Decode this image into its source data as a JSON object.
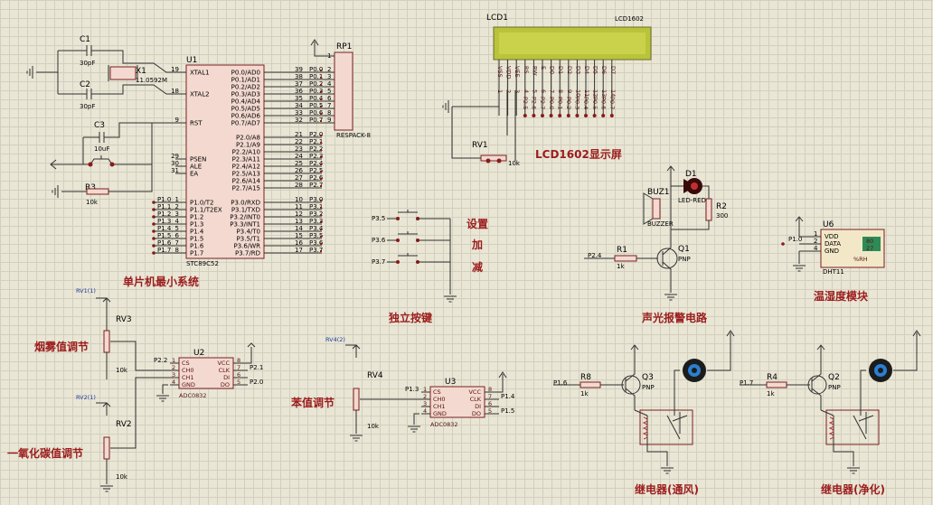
{
  "u1": {
    "ref": "U1",
    "part": "STC89C52",
    "left_pins": [
      {
        "num": "19",
        "name": "XTAL1"
      },
      {
        "num": "18",
        "name": "XTAL2"
      },
      {
        "num": "9",
        "name": "RST"
      },
      {
        "num": "29",
        "name": "PSEN"
      },
      {
        "num": "30",
        "name": "ALE"
      },
      {
        "num": "31",
        "name": "EA"
      },
      {
        "num": "1",
        "name": "P1.0/T2"
      },
      {
        "num": "2",
        "name": "P1.1/T2EX"
      },
      {
        "num": "3",
        "name": "P1.2"
      },
      {
        "num": "4",
        "name": "P1.3"
      },
      {
        "num": "5",
        "name": "P1.4"
      },
      {
        "num": "6",
        "name": "P1.5"
      },
      {
        "num": "7",
        "name": "P1.6"
      },
      {
        "num": "8",
        "name": "P1.7"
      }
    ],
    "right_pins": [
      {
        "num": "39",
        "name": "P0.0/AD0"
      },
      {
        "num": "38",
        "name": "P0.1/AD1"
      },
      {
        "num": "37",
        "name": "P0.2/AD2"
      },
      {
        "num": "36",
        "name": "P0.3/AD3"
      },
      {
        "num": "35",
        "name": "P0.4/AD4"
      },
      {
        "num": "34",
        "name": "P0.5/AD5"
      },
      {
        "num": "33",
        "name": "P0.6/AD6"
      },
      {
        "num": "32",
        "name": "P0.7/AD7"
      },
      {
        "num": "21",
        "name": "P2.0/A8"
      },
      {
        "num": "22",
        "name": "P2.1/A9"
      },
      {
        "num": "23",
        "name": "P2.2/A10"
      },
      {
        "num": "24",
        "name": "P2.3/A11"
      },
      {
        "num": "25",
        "name": "P2.4/A12"
      },
      {
        "num": "26",
        "name": "P2.5/A13"
      },
      {
        "num": "27",
        "name": "P2.6/A14"
      },
      {
        "num": "28",
        "name": "P2.7/A15"
      },
      {
        "num": "10",
        "name": "P3.0/RXD"
      },
      {
        "num": "11",
        "name": "P3.1/TXD"
      },
      {
        "num": "12",
        "name": "P3.2/INT0"
      },
      {
        "num": "13",
        "name": "P3.3/INT1"
      },
      {
        "num": "14",
        "name": "P3.4/T0"
      },
      {
        "num": "15",
        "name": "P3.5/T1"
      },
      {
        "num": "16",
        "name": "P3.6/WR"
      },
      {
        "num": "17",
        "name": "P3.7/RD"
      }
    ],
    "p0_labels": [
      "P0.0",
      "P0.1",
      "P0.2",
      "P0.3",
      "P0.4",
      "P0.5",
      "P0.6",
      "P0.7"
    ],
    "p2_labels": [
      "P2.0",
      "P2.1",
      "P2.2",
      "P2.3",
      "P2.4",
      "P2.5",
      "P2.6",
      "P2.7"
    ],
    "p3_labels": [
      "P3.0",
      "P3.1",
      "P3.2",
      "P3.3",
      "P3.4",
      "P3.5",
      "P3.6",
      "P3.7"
    ],
    "p1_labels": [
      "P1.0",
      "P1.1",
      "P1.2",
      "P1.3",
      "P1.4",
      "P1.5",
      "P1.6",
      "P1.7"
    ]
  },
  "crystal": {
    "c1": "C1",
    "c1_val": "30pF",
    "c2": "C2",
    "c2_val": "30pF",
    "x1": "X1",
    "x1_val": "11.0592M"
  },
  "reset": {
    "c3": "C3",
    "c3_val": "10uF",
    "r3": "R3",
    "r3_val": "10k"
  },
  "rp1": {
    "ref": "RP1",
    "part": "RESPACK-8",
    "pin1": "1",
    "pins": [
      "2",
      "3",
      "4",
      "5",
      "6",
      "7",
      "8",
      "9"
    ]
  },
  "lcd": {
    "ref": "LCD1",
    "part": "LCD1602",
    "pins": [
      "VSS",
      "VDD",
      "VEE",
      "RS",
      "RW",
      "E",
      "D0",
      "D1",
      "D2",
      "D3",
      "D4",
      "D5",
      "D6",
      "D7"
    ],
    "pin_nums": [
      "1",
      "2",
      "3",
      "4",
      "5",
      "6",
      "7",
      "8",
      "9",
      "10",
      "11",
      "12",
      "13",
      "14"
    ],
    "nets": [
      "P2.5",
      "P2.6",
      "P2.7",
      "P0.0",
      "P0.1",
      "P0.2",
      "P0.3",
      "P0.4",
      "P0.5",
      "P0.6",
      "P0.7"
    ],
    "rv1": "RV1",
    "rv1_val": "10k",
    "title": "LCD1602显示屏"
  },
  "keys": {
    "nets": [
      "P3.5",
      "P3.6",
      "P3.7"
    ],
    "labels": [
      "设置",
      "加",
      "减"
    ],
    "title": "独立按键"
  },
  "alarm": {
    "d1": "D1",
    "d1_part": "LED-RED",
    "r2": "R2",
    "r2_val": "300",
    "buz": "BUZ1",
    "buz_part": "BUZZER",
    "r1": "R1",
    "r1_val": "1k",
    "net": "P2.4",
    "q1": "Q1",
    "q1_type": "PNP",
    "title": "声光报警电路"
  },
  "dht": {
    "ref": "U6",
    "part": "DHT11",
    "net": "P1.0",
    "pins": [
      "VDD",
      "DATA",
      "GND"
    ],
    "pin_nums": [
      "1",
      "2",
      "4"
    ],
    "humidity": "80",
    "temp": "27",
    "unit_label": "%RH",
    "title": "温湿度模块"
  },
  "adc1": {
    "ref": "U2",
    "part": "ADC0832",
    "left": [
      "CS",
      "CH0",
      "CH1",
      "GND"
    ],
    "left_nums": [
      "1",
      "2",
      "3",
      "4"
    ],
    "right": [
      "VCC",
      "CLK",
      "DI",
      "DO"
    ],
    "right_nums": [
      "8",
      "7",
      "6",
      "5"
    ],
    "net_cs": "P2.2",
    "nets_right": [
      "P2.1",
      "P2.0"
    ]
  },
  "adc2": {
    "ref": "U3",
    "part": "ADC0832",
    "left": [
      "CS",
      "CH0",
      "CH1",
      "GND"
    ],
    "left_nums": [
      "1",
      "2",
      "3",
      "4"
    ],
    "right": [
      "VCC",
      "CLK",
      "DI",
      "DO"
    ],
    "right_nums": [
      "8",
      "7",
      "6",
      "5"
    ],
    "net_cs": "P1.3",
    "nets_right": [
      "P1.4",
      "P1.5"
    ]
  },
  "pots": {
    "rv3": "RV3",
    "rv2": "RV2",
    "rv4": "RV4",
    "val": "10k",
    "rv3_ind": "RV1(1)",
    "rv2_ind": "RV2(1)",
    "rv4_ind": "RV4(2)",
    "title_mcu": "单片机最小系统",
    "title_smoke": "烟雾值调节",
    "title_co": "一氧化碳值调节",
    "title_benzene": "苯值调节"
  },
  "relay1": {
    "r": "R8",
    "r_val": "1k",
    "net": "P1.6",
    "q": "Q3",
    "q_type": "PNP",
    "title": "继电器(通风)"
  },
  "relay2": {
    "r": "R4",
    "r_val": "1k",
    "net": "P1.7",
    "q": "Q2",
    "q_type": "PNP",
    "title": "继电器(净化)"
  }
}
